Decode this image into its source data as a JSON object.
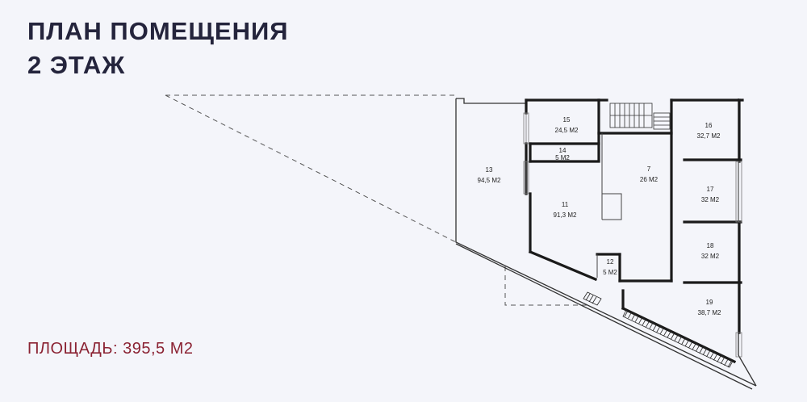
{
  "title": {
    "line1": "ПЛАН ПОМЕЩЕНИЯ",
    "line2": "2 ЭТАЖ"
  },
  "total_area": "ПЛОЩАДЬ: 395,5 М2",
  "colors": {
    "title": "#24243c",
    "area_text": "#8b2333",
    "background": "#f4f5fa",
    "walls": "#1a1a1a"
  },
  "rooms": [
    {
      "id": "r13",
      "number": "13",
      "area": "94,5 М2"
    },
    {
      "id": "r15",
      "number": "15",
      "area": "24,5 М2"
    },
    {
      "id": "r14",
      "number": "14",
      "area": "5 М2"
    },
    {
      "id": "r11",
      "number": "11",
      "area": "91,3 М2"
    },
    {
      "id": "r7",
      "number": "7",
      "area": "26 М2"
    },
    {
      "id": "r12",
      "number": "12",
      "area": "5 М2"
    },
    {
      "id": "r16",
      "number": "16",
      "area": "32,7 М2"
    },
    {
      "id": "r17",
      "number": "17",
      "area": "32 М2"
    },
    {
      "id": "r18",
      "number": "18",
      "area": "32 М2"
    },
    {
      "id": "r19",
      "number": "19",
      "area": "38,7 М2"
    }
  ]
}
